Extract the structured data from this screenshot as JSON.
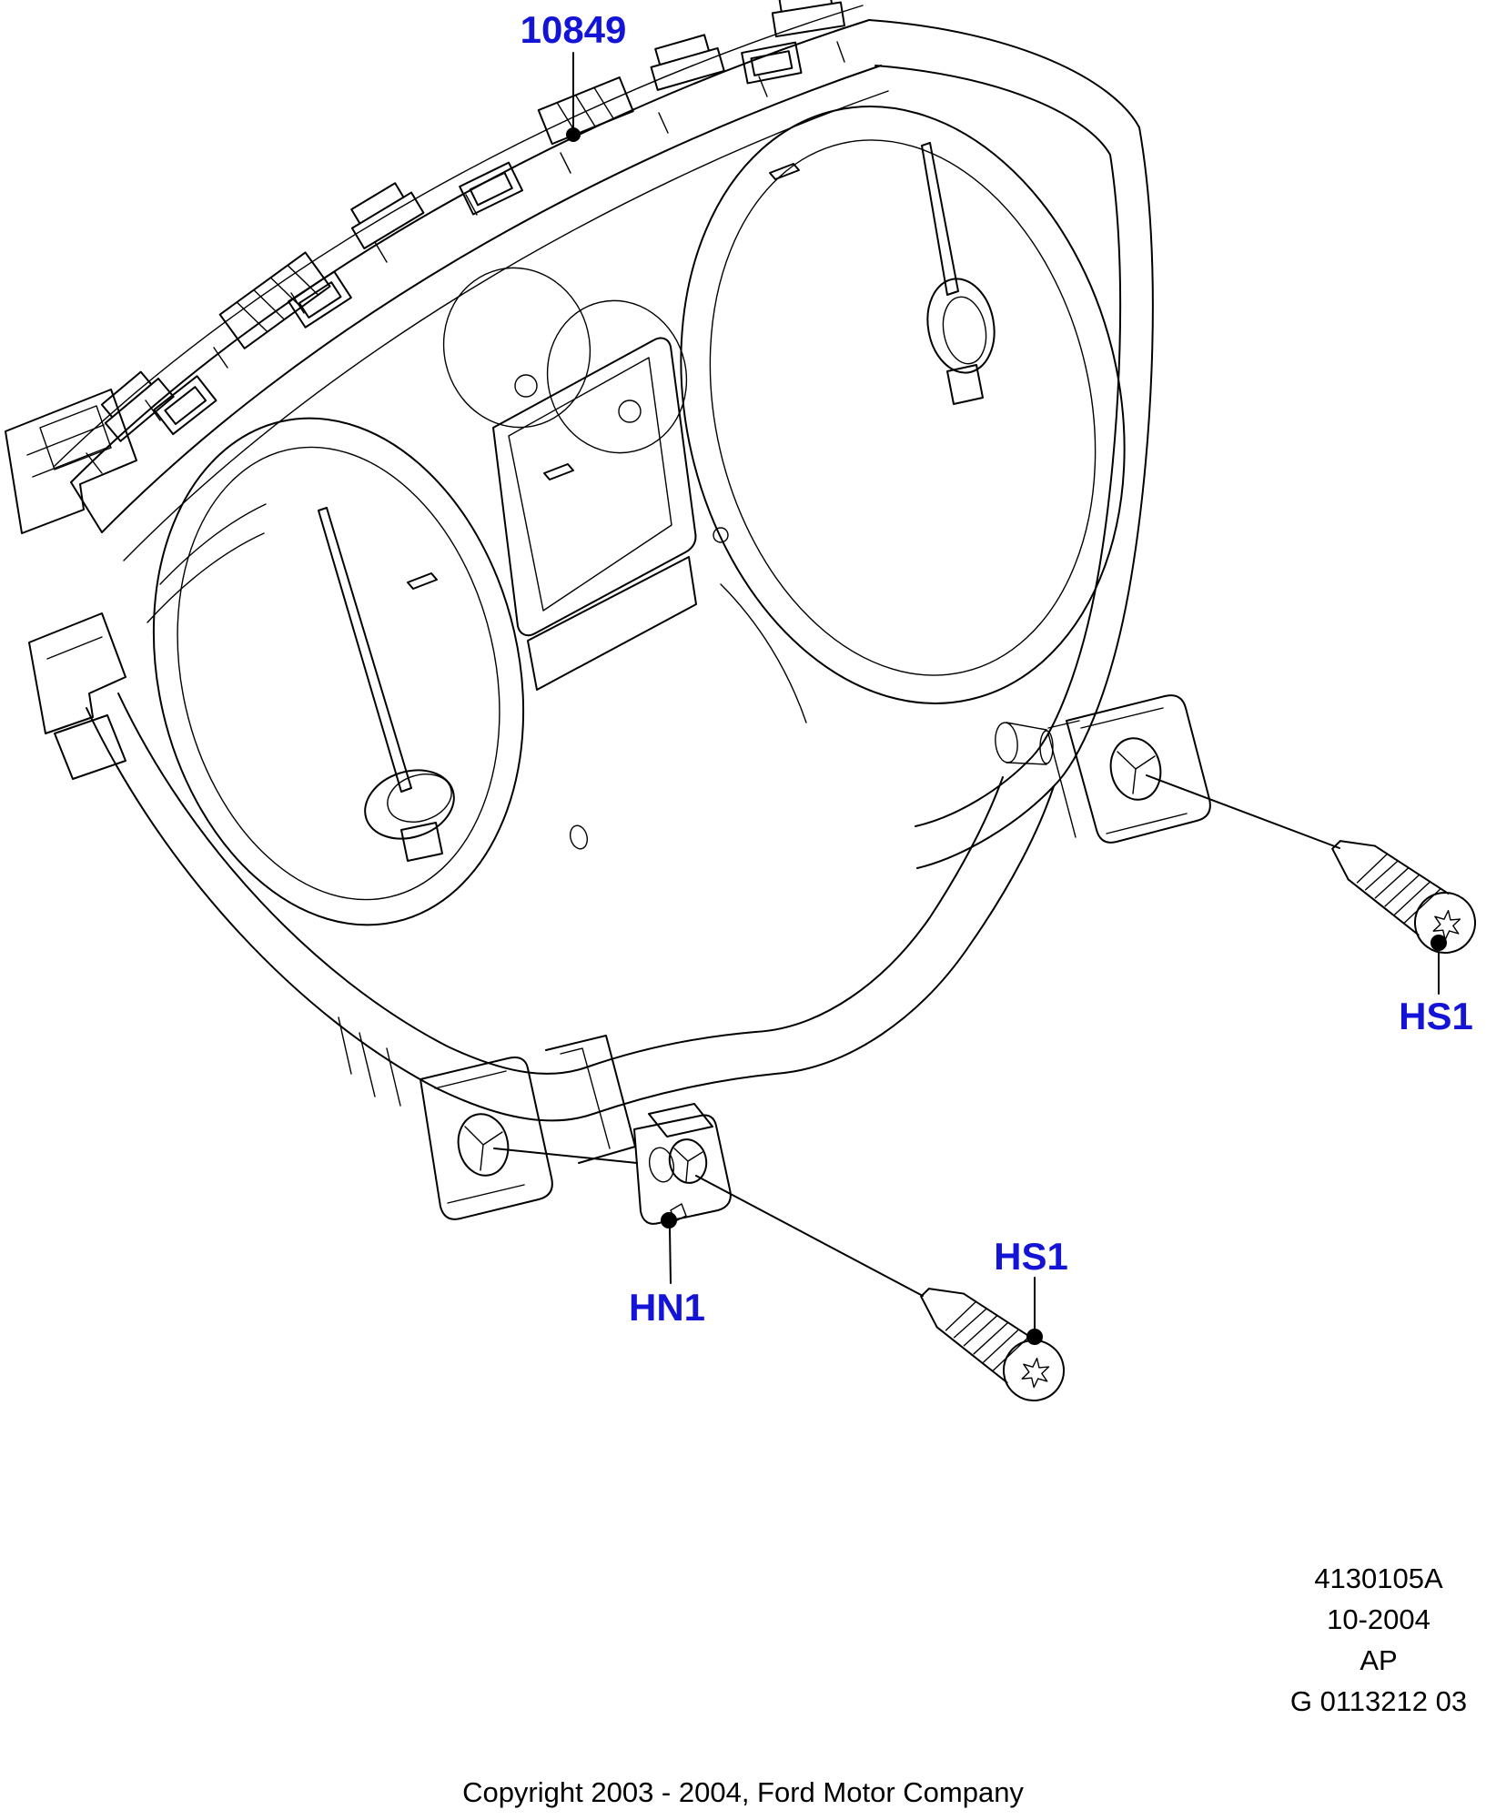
{
  "diagram": {
    "callouts": {
      "cluster": "10849",
      "screw_right": "HS1",
      "clip_nut": "HN1",
      "screw_bottom": "HS1"
    },
    "plate": {
      "line1": "4130105A",
      "line2": "10-2004",
      "line3": "AP",
      "line4": "G 0113212 03"
    },
    "footer": "Copyright 2003 - 2004, Ford Motor Company",
    "colors": {
      "callout_blue": "#1414d6",
      "line_black": "#000000",
      "background": "#ffffff"
    }
  }
}
